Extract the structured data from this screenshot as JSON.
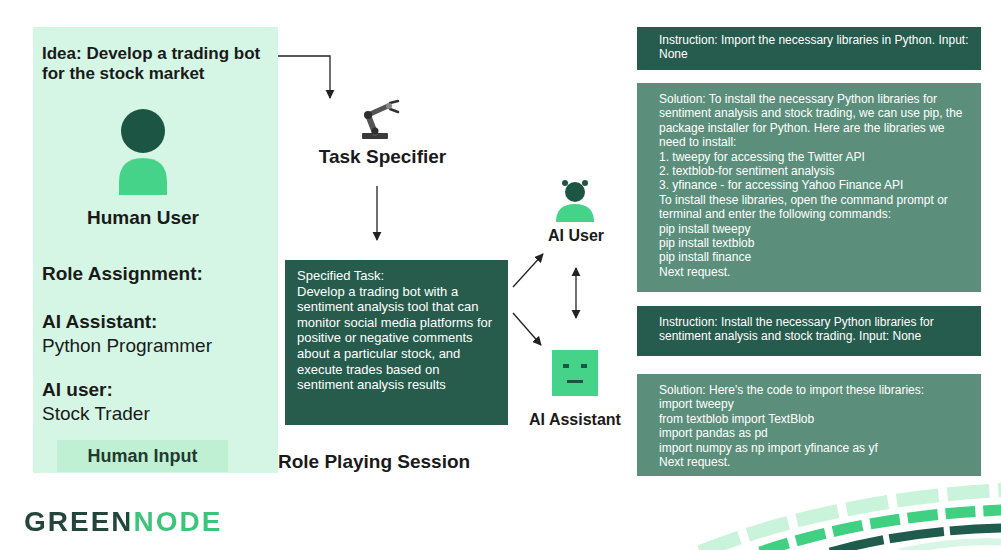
{
  "diagram": {
    "nodes": [
      {
        "text": [
          "Idea: Develop a trading bot for the stock market",
          "Human User",
          "Role Assignment:",
          "AI Assistant:",
          "Python Programmer",
          "AI user:",
          "Stock Trader"
        ]
      },
      {
        "text": [
          "Human Input"
        ],
        "in": 0
      },
      {
        "text": [
          "Task Specifier"
        ]
      },
      {
        "text": [
          "Specified Task:",
          "Develop a trading bot with a sentiment analysis tool that can monitor social media platforms for positive or negative comments about a particular stock, and execute trades based on sentiment analysis results"
        ]
      },
      {
        "text": [
          "AI User"
        ]
      },
      {
        "text": [
          "AI Assistant"
        ]
      },
      {
        "text": [
          "Instruction: Import the necessary libraries in Python. Input: None"
        ]
      },
      {
        "text": [
          "Solution: To install the necessary Python libraries for sentiment analysis and stock trading, we can use pip, the package installer for Python. Here are the libraries we need to install:",
          "1. tweepy for accessing the Twitter API",
          "2. textblob-for sentiment analysis",
          "3. yfinance - for accessing Yahoo Finance API",
          "To install these libraries, open the command prompt or terminal and enter the following commands:",
          "pip install tweepy",
          "pip install textblob",
          "pip install finance",
          "Next request."
        ]
      },
      {
        "text": [
          "Instruction: Install the necessary Python libraries for sentiment analysis and stock trading. Input: None"
        ]
      },
      {
        "text": [
          "Solution: Here's the code to import these libraries:",
          "import tweepy",
          "from textblob import TextBlob",
          "import pandas as pd",
          "import numpy as np import yfinance as yf",
          "Next request."
        ]
      }
    ],
    "edges": [
      {
        "from": 0,
        "to": 2,
        "arrow": "to"
      },
      {
        "from": 2,
        "to": 3,
        "arrow": "to"
      },
      {
        "from": 3,
        "to": 4,
        "arrow": "to"
      },
      {
        "from": 3,
        "to": 5,
        "arrow": "to"
      },
      {
        "from": 4,
        "to": 5,
        "arrow": "both"
      }
    ],
    "labels": [
      "Role Playing Session",
      "GREENNODE"
    ]
  }
}
